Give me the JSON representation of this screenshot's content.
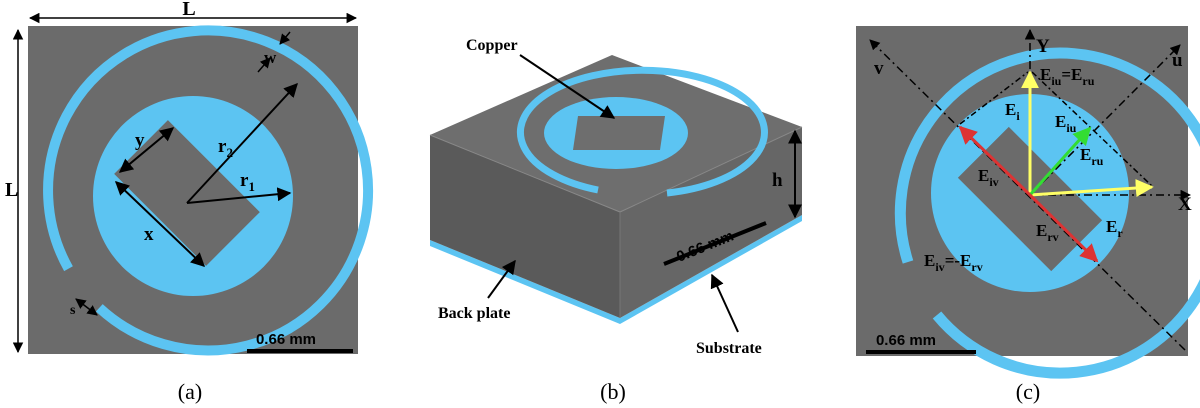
{
  "colors": {
    "metal": "#5cc4f2",
    "substrate": "#6b6b6b",
    "substrate_dark": "#555555",
    "substrate_side": "#606060",
    "field_yellow": "#ffff66",
    "field_green": "#33dd33",
    "field_red": "#dd3333",
    "ink": "#000000"
  },
  "panel_a": {
    "caption": "(a)",
    "dim_L_top": "L",
    "dim_L_left": "L",
    "dim_w": "w",
    "dim_y": "y",
    "dim_x": "x",
    "dim_r2": "r",
    "dim_r2_sub": "2",
    "dim_r1": "r",
    "dim_r1_sub": "1",
    "dim_s": "s",
    "scale": "0.66 mm"
  },
  "panel_b": {
    "caption": "(b)",
    "copper_label": "Copper",
    "back_plate_label": "Back plate",
    "substrate_label": "Substrate",
    "height_label": "h",
    "scale": "0.66 mm"
  },
  "panel_c": {
    "caption": "(c)",
    "axis_y": "Y",
    "axis_x": "X",
    "axis_u": "u",
    "axis_v": "v",
    "eq_top": "E",
    "eq_top_sub1": "iu",
    "eq_top_mid": "=E",
    "eq_top_sub2": "ru",
    "e_i": "E",
    "e_i_sub": "i",
    "e_iu": "E",
    "e_iu_sub": "iu",
    "e_ru": "E",
    "e_ru_sub": "ru",
    "e_iv": "E",
    "e_iv_sub": "iv",
    "e_r": "E",
    "e_r_sub": "r",
    "e_rv": "E",
    "e_rv_sub": "rv",
    "eq_bottom": "E",
    "eq_bottom_sub1": "iv",
    "eq_bottom_mid": "=-E",
    "eq_bottom_sub2": "rv",
    "scale": "0.66 mm"
  }
}
